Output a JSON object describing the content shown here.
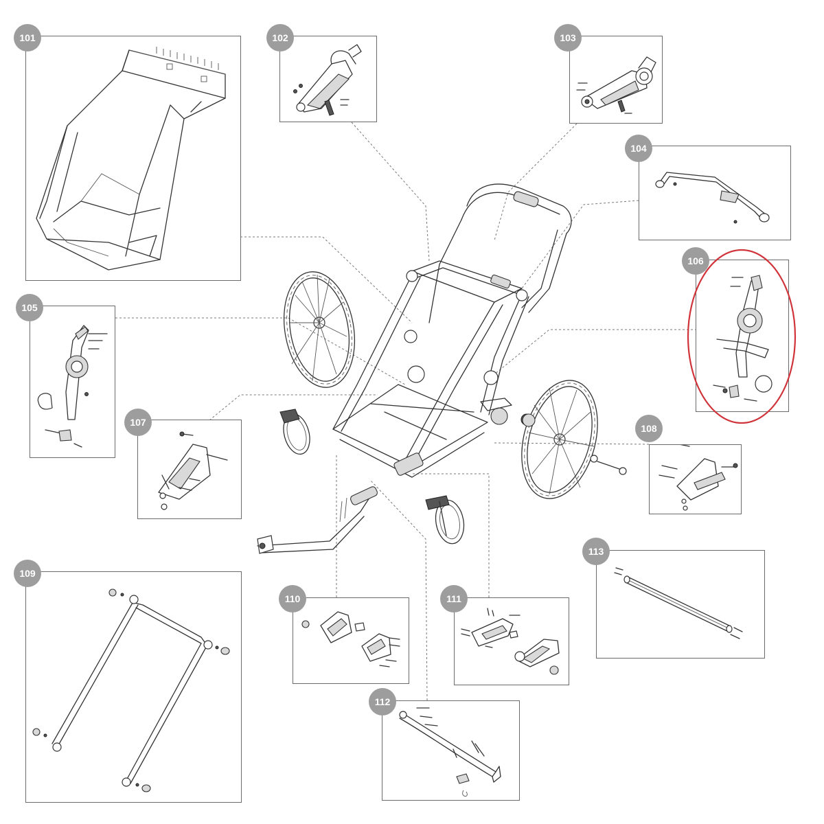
{
  "parts": [
    {
      "id": "101",
      "label": "101"
    },
    {
      "id": "102",
      "label": "102"
    },
    {
      "id": "103",
      "label": "103"
    },
    {
      "id": "104",
      "label": "104"
    },
    {
      "id": "105",
      "label": "105"
    },
    {
      "id": "106",
      "label": "106"
    },
    {
      "id": "107",
      "label": "107"
    },
    {
      "id": "108",
      "label": "108"
    },
    {
      "id": "109",
      "label": "109"
    },
    {
      "id": "110",
      "label": "110"
    },
    {
      "id": "111",
      "label": "111"
    },
    {
      "id": "112",
      "label": "112"
    },
    {
      "id": "113",
      "label": "113"
    }
  ],
  "highlight": {
    "part": "106",
    "color": "#d0343a"
  },
  "colors": {
    "badge": "#9d9d9d",
    "box_border": "#6a6a6a",
    "leader_line": "#777777"
  }
}
